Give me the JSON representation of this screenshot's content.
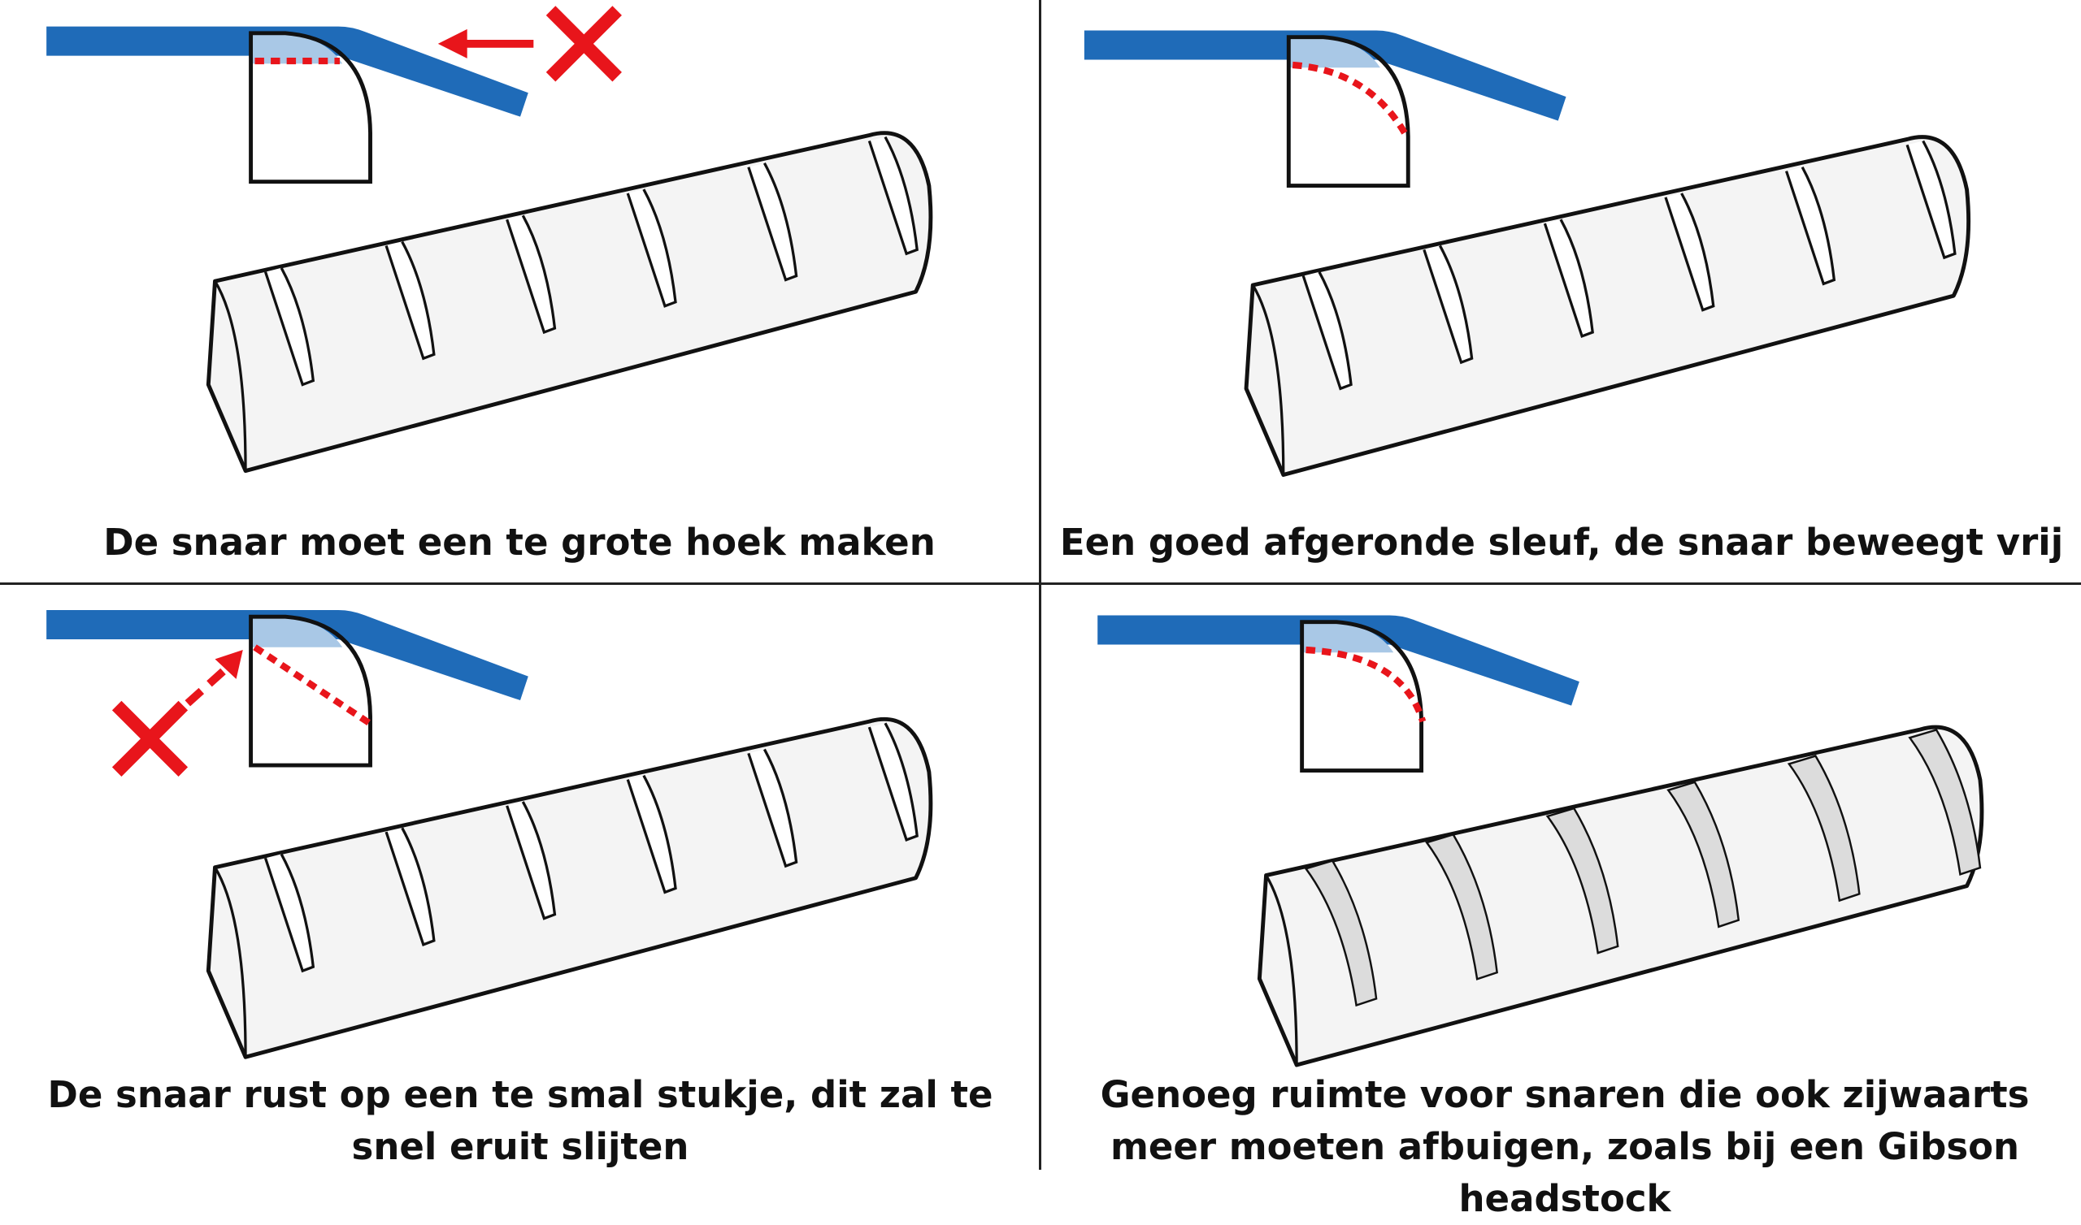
{
  "panels": [
    {
      "caption": "De snaar moet een te grote hoek maken",
      "verdict": "wrong"
    },
    {
      "caption": "Een goed afgeronde sleuf, de snaar beweegt vrij",
      "verdict": "correct"
    },
    {
      "caption": "De snaar rust op een te smal stukje, dit zal te snel eruit slijten",
      "verdict": "wrong"
    },
    {
      "caption": "Genoeg ruimte voor snaren die ook zijwaarts meer moeten afbuigen, zoals bij een Gibson headstock",
      "verdict": "correct"
    }
  ],
  "colors": {
    "string": "#1f6bb8",
    "contact": "#a9c8e6",
    "error": "#e8151b",
    "outline": "#111111"
  }
}
